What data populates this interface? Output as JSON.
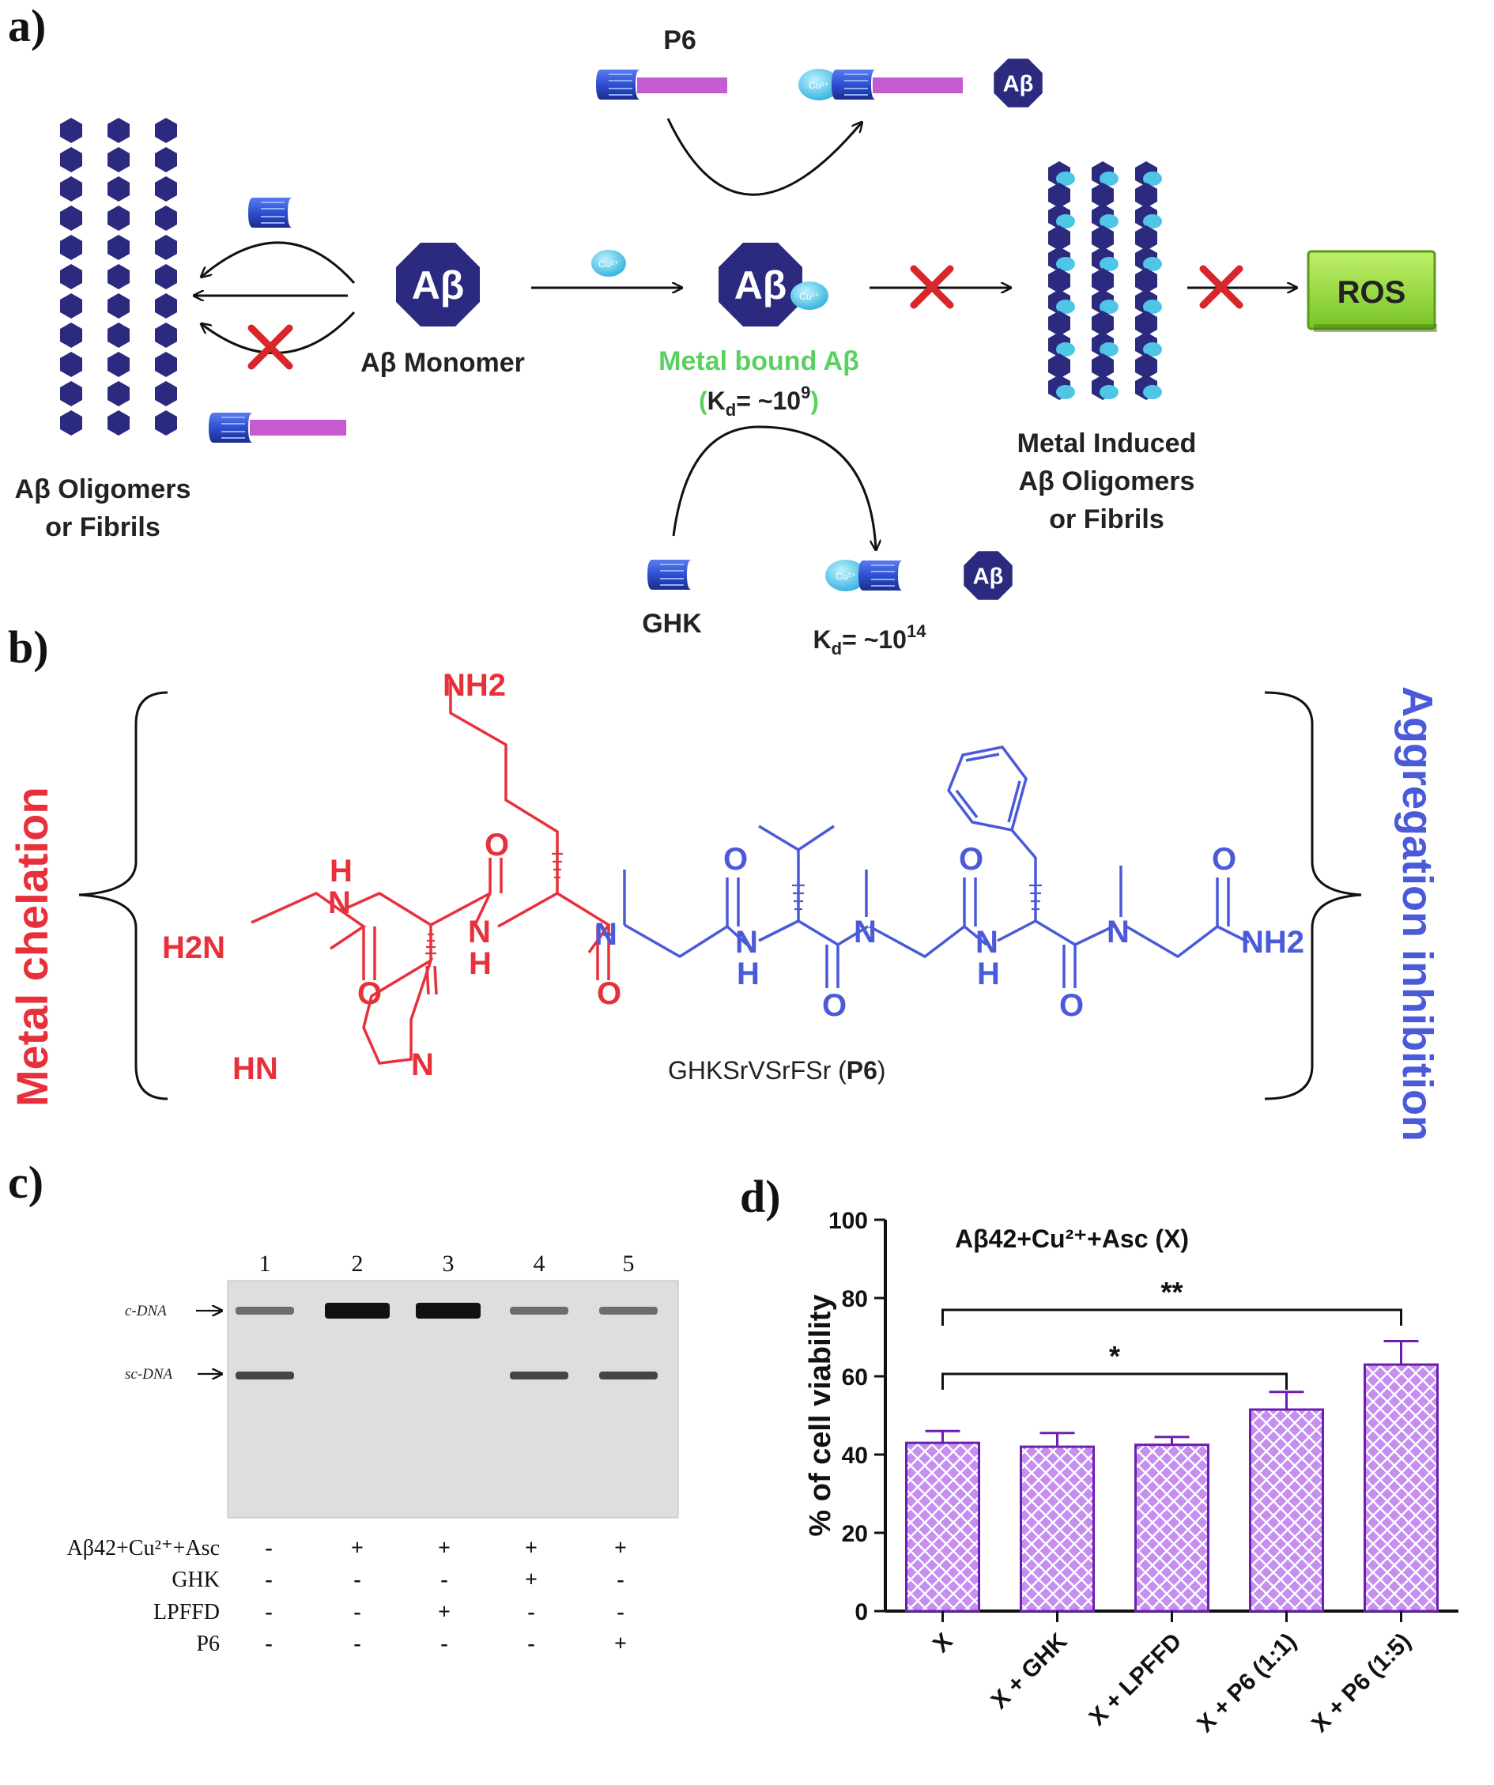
{
  "panel_a": {
    "label": "a)",
    "p6_label": "P6",
    "ab_text": "Aβ",
    "monomer_label": "Aβ Monomer",
    "oligomers_label_1": "Aβ Oligomers",
    "oligomers_label_2": "or Fibrils",
    "metal_bound_label": "Metal bound Aβ",
    "kd_p6_open": "(",
    "kd_p6": "K",
    "kd_p6_sub": "d",
    "kd_p6_val": "= ~10",
    "kd_p6_exp": "9",
    "kd_p6_close": ")",
    "metal_induced_1": "Metal Induced",
    "metal_induced_2": "Aβ Oligomers",
    "metal_induced_3": "or Fibrils",
    "ros": "ROS",
    "ghk_label": "GHK",
    "kd_ghk": "K",
    "kd_ghk_sub": "d",
    "kd_ghk_val": "= ~10",
    "kd_ghk_exp": "14",
    "cu": "Cu²⁺",
    "colors": {
      "ab": "#2b2a7e",
      "cu": "#4fc6e8",
      "linker": "#c45bd1",
      "head": "#2f4fd0",
      "ros_fill": "#8fd13a",
      "cross": "#d8262a"
    }
  },
  "panel_b": {
    "label": "b)",
    "left_brace_label": "Metal chelation",
    "right_brace_label": "Aggregation inhibition",
    "sequence_caption": "GHKSrVSrFSr (",
    "sequence_bold": "P6",
    "sequence_close": ")",
    "atoms": {
      "nh2_top": "NH2",
      "h2n": "H2N",
      "nh_1": "N",
      "h_1": "H",
      "o": "O",
      "nh_2": "N",
      "h_2": "H",
      "n": "N",
      "nh": "N",
      "h": "H",
      "hn": "HN",
      "nh2_end": "NH2"
    },
    "colors": {
      "red": "#e8303a",
      "blue": "#4a5ad8"
    }
  },
  "panel_c": {
    "label": "c)",
    "lanes": [
      "1",
      "2",
      "3",
      "4",
      "5"
    ],
    "band_labels": {
      "oc": "c-DNA",
      "sc": "sc-DNA"
    },
    "conditions": [
      {
        "name": "Aβ42+Cu²⁺+Asc",
        "values": [
          "-",
          "+",
          "+",
          "+",
          "+"
        ]
      },
      {
        "name": "GHK",
        "values": [
          "-",
          "-",
          "-",
          "+",
          "-"
        ]
      },
      {
        "name": "LPFFD",
        "values": [
          "-",
          "-",
          "+",
          "-",
          "-"
        ]
      },
      {
        "name": "P6",
        "values": [
          "-",
          "-",
          "-",
          "-",
          "+"
        ]
      }
    ]
  },
  "panel_d": {
    "label": "d)",
    "chart_data": {
      "type": "bar",
      "title": "Aβ42+Cu²⁺+Asc (X)",
      "ylabel": "% of cell viability",
      "xlabel": "",
      "categories": [
        "X",
        "X + GHK",
        "X + LPFFD",
        "X + P6 (1:1)",
        "X + P6 (1:5)"
      ],
      "values": [
        43,
        42,
        42.5,
        51.5,
        63
      ],
      "errors": [
        3,
        3.5,
        2,
        4.5,
        6
      ],
      "ylim": [
        0,
        100
      ],
      "yticks": [
        "0",
        "20",
        "40",
        "60",
        "80",
        "100"
      ],
      "significance": [
        {
          "from": 0,
          "to": 3,
          "label": "*"
        },
        {
          "from": 0,
          "to": 4,
          "label": "**"
        }
      ],
      "grid": false,
      "bar_color": "#c58ef0"
    }
  }
}
